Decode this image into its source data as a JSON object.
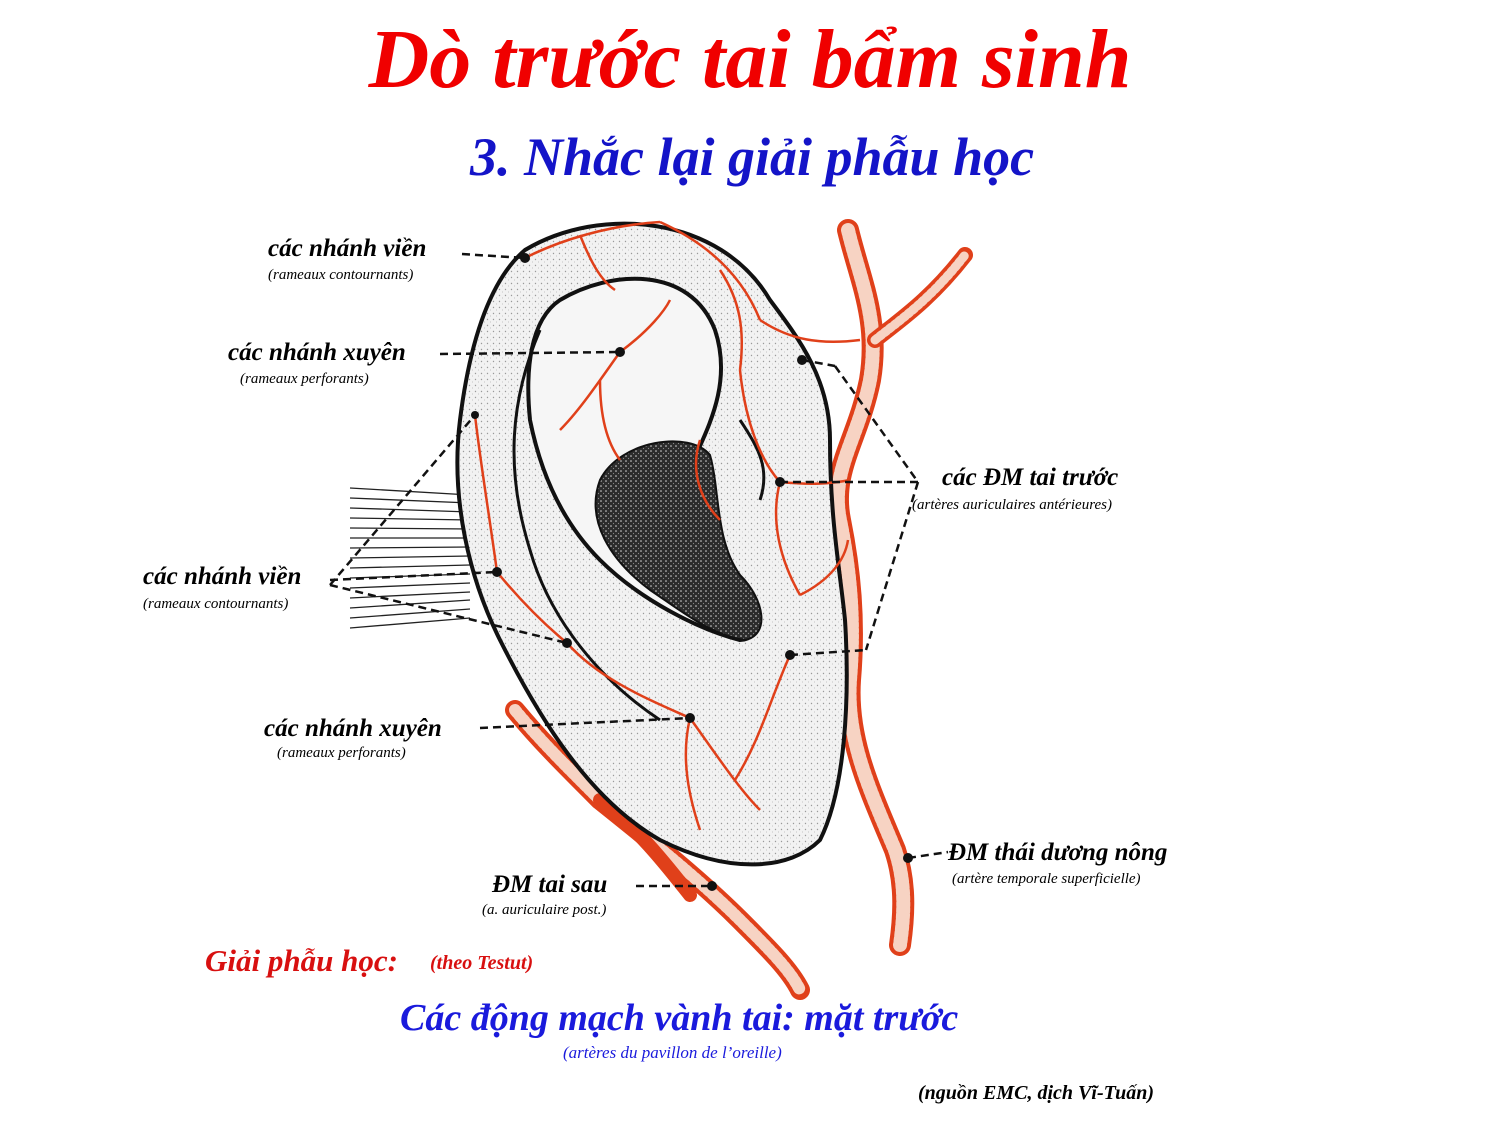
{
  "title": "Dò trước tai bẩm sinh",
  "subtitle": "3. Nhắc lại giải phẫu học",
  "labels": {
    "rim_branches_top": "các nhánh viền",
    "rim_branches_top_fr": "(rameaux contournants)",
    "perforating_top": "các nhánh xuyên",
    "perforating_top_fr": "(rameaux perforants)",
    "rim_branches_mid": "các nhánh viền",
    "rim_branches_mid_fr": "(rameaux contournants)",
    "perforating_bottom": "các nhánh xuyên",
    "perforating_bottom_fr": "(rameaux perforants)",
    "anterior_auricular": "các ĐM tai trước",
    "anterior_auricular_fr": "(artères auriculaires antérieures)",
    "superficial_temporal": "ĐM thái dương nông",
    "superficial_temporal_fr": "(artère temporale superficielle)",
    "posterior_auricular": "ĐM tai sau",
    "posterior_auricular_fr": "(a. auriculaire post.)"
  },
  "caption": {
    "anatomy": "Giải phẫu học:",
    "author": "(theo Testut)",
    "main": "Các động mạch vành tai: mặt trước",
    "main_fr": "(artères du pavillon de l’oreille)",
    "source": "(nguồn EMC, dịch Vĩ-Tuấn)"
  },
  "colors": {
    "title": "#f00000",
    "subtitle": "#1414c8",
    "artery": "#e0401a",
    "ear_fill": "#ececec",
    "caption_red": "#d81010",
    "caption_blue": "#1a1adc"
  }
}
